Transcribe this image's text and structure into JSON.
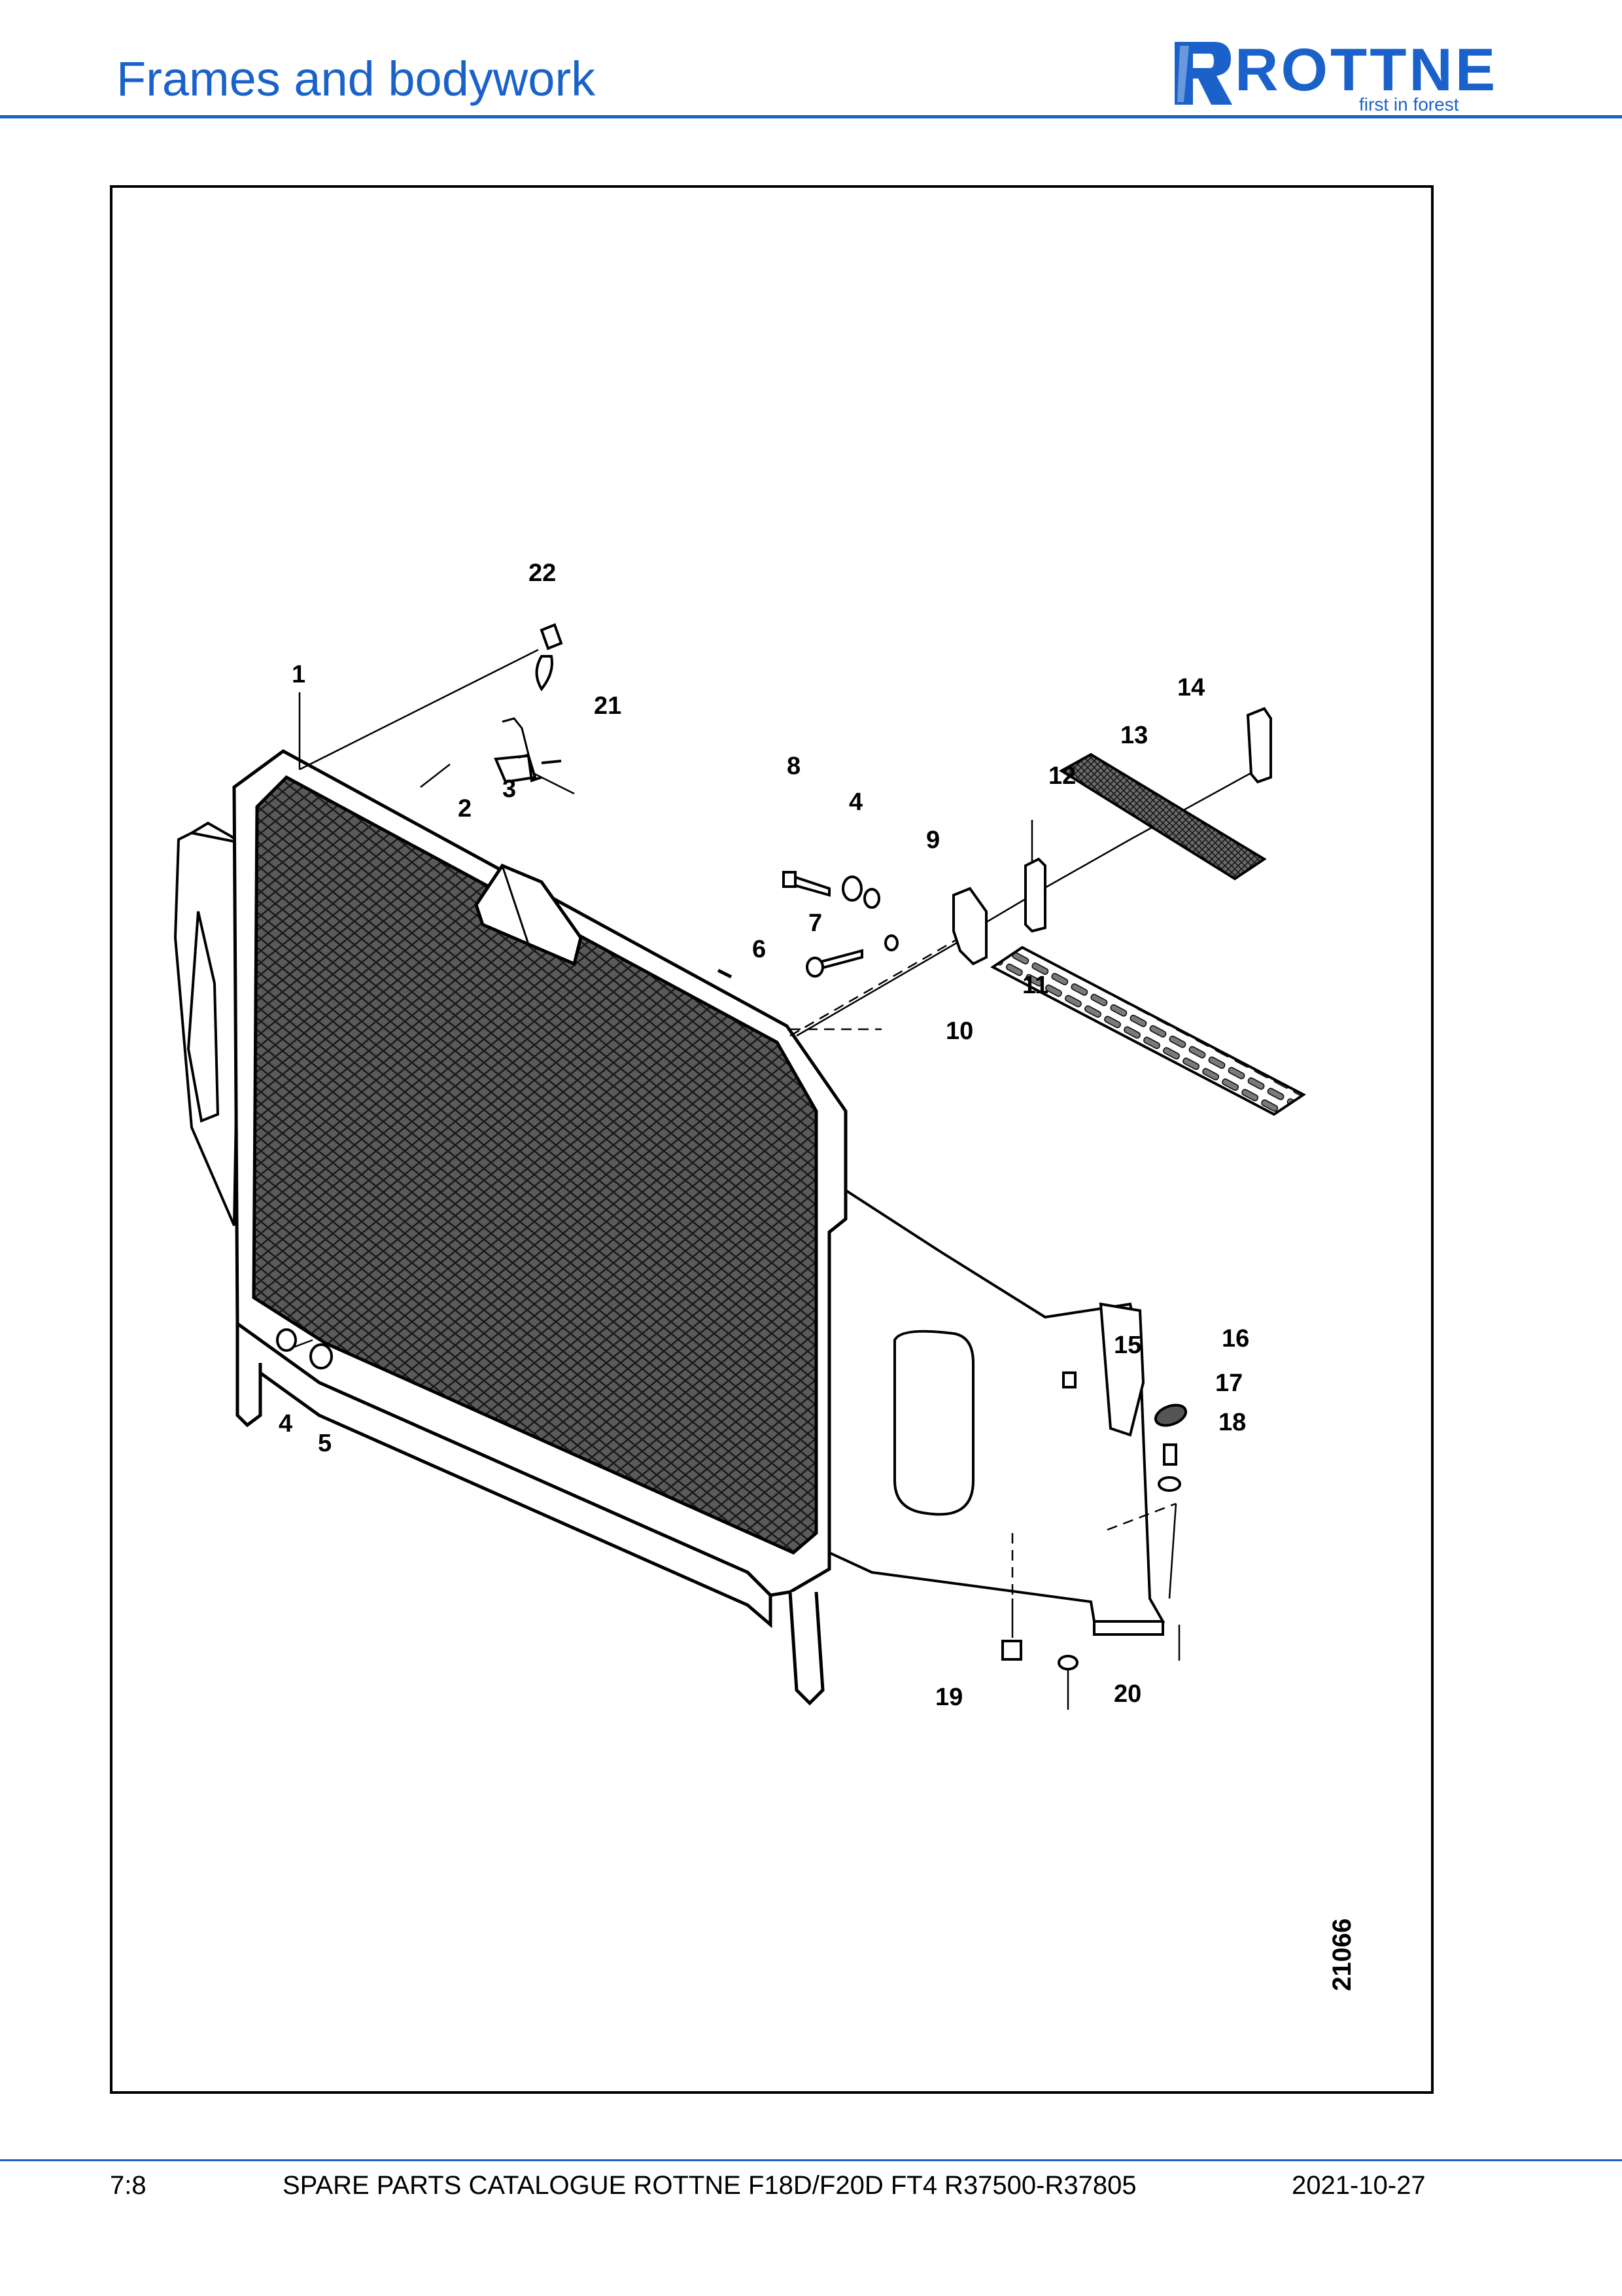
{
  "header": {
    "title": "Frames and bodywork",
    "logo_name": "ROTTNE",
    "logo_tagline": "first in forest",
    "brand_color": "#1a62c9"
  },
  "figure": {
    "figure_number": "21066",
    "callouts": [
      "1",
      "2",
      "3",
      "4",
      "5",
      "6",
      "7",
      "8",
      "4",
      "9",
      "10",
      "11",
      "12",
      "13",
      "14",
      "15",
      "16",
      "17",
      "18",
      "19",
      "20",
      "21",
      "22"
    ]
  },
  "footer": {
    "page": "7:8",
    "catalogue": "SPARE PARTS CATALOGUE ROTTNE F18D/F20D FT4 R37500-R37805",
    "date": "2021-10-27"
  }
}
